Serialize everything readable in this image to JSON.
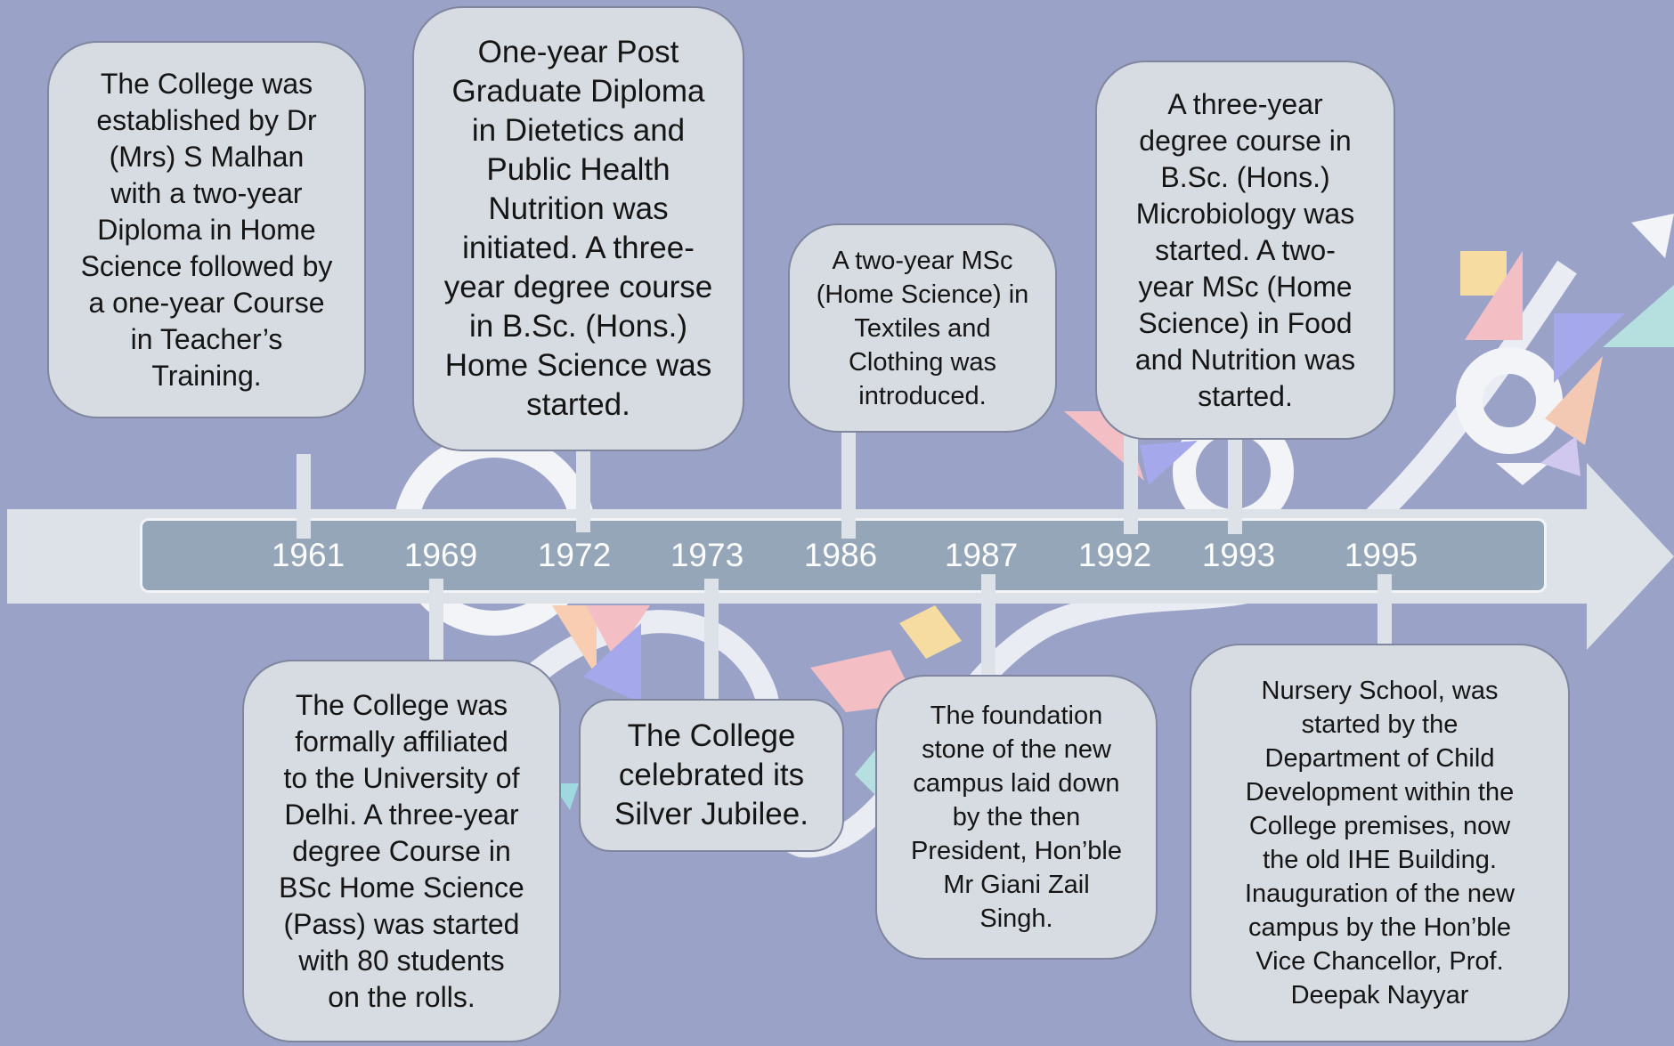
{
  "colors": {
    "background": "#9ba2c7",
    "arrow": "#dde1e8",
    "bar": "#94a6b8",
    "box": "#d7dce3",
    "year_text": "#ffffff"
  },
  "timeline": {
    "years": [
      "1961",
      "1969",
      "1972",
      "1973",
      "1986",
      "1987",
      "1992",
      "1993",
      "1995"
    ]
  },
  "events": {
    "e1961": "The College was\nestablished by Dr\n(Mrs) S Malhan\nwith a two-year\nDiploma in Home\nScience followed by\na one-year Course\nin Teacher’s\nTraining.",
    "e1969": "The College was\nformally affiliated\nto the University of\nDelhi. A three-year\ndegree Course in\nBSc Home Science\n(Pass) was started\nwith 80 students\non the rolls.",
    "e1972": "One-year Post\nGraduate Diploma\nin Dietetics and\nPublic Health\nNutrition was\ninitiated.  A three-\nyear degree course\nin B.Sc. (Hons.)\nHome Science was\nstarted.",
    "e1973": "The College\ncelebrated its\nSilver Jubilee.",
    "e1986": "A two-year MSc\n(Home Science) in\nTextiles and\nClothing was\nintroduced.",
    "e1987": "The foundation\nstone of the new\ncampus laid down\nby the then\nPresident, Hon’ble\nMr Giani Zail\nSingh.",
    "e1993": "A three-year\ndegree course in\nB.Sc. (Hons.)\nMicrobiology was\nstarted. A two-\nyear MSc (Home\nScience) in Food\nand Nutrition was\nstarted.",
    "e1995": "Nursery School, was\nstarted by the\nDepartment of Child\nDevelopment within the\nCollege premises, now\nthe old IHE Building.\nInauguration of the new\ncampus by the Hon’ble\nVice Chancellor, Prof.\nDeepak Nayyar"
  }
}
